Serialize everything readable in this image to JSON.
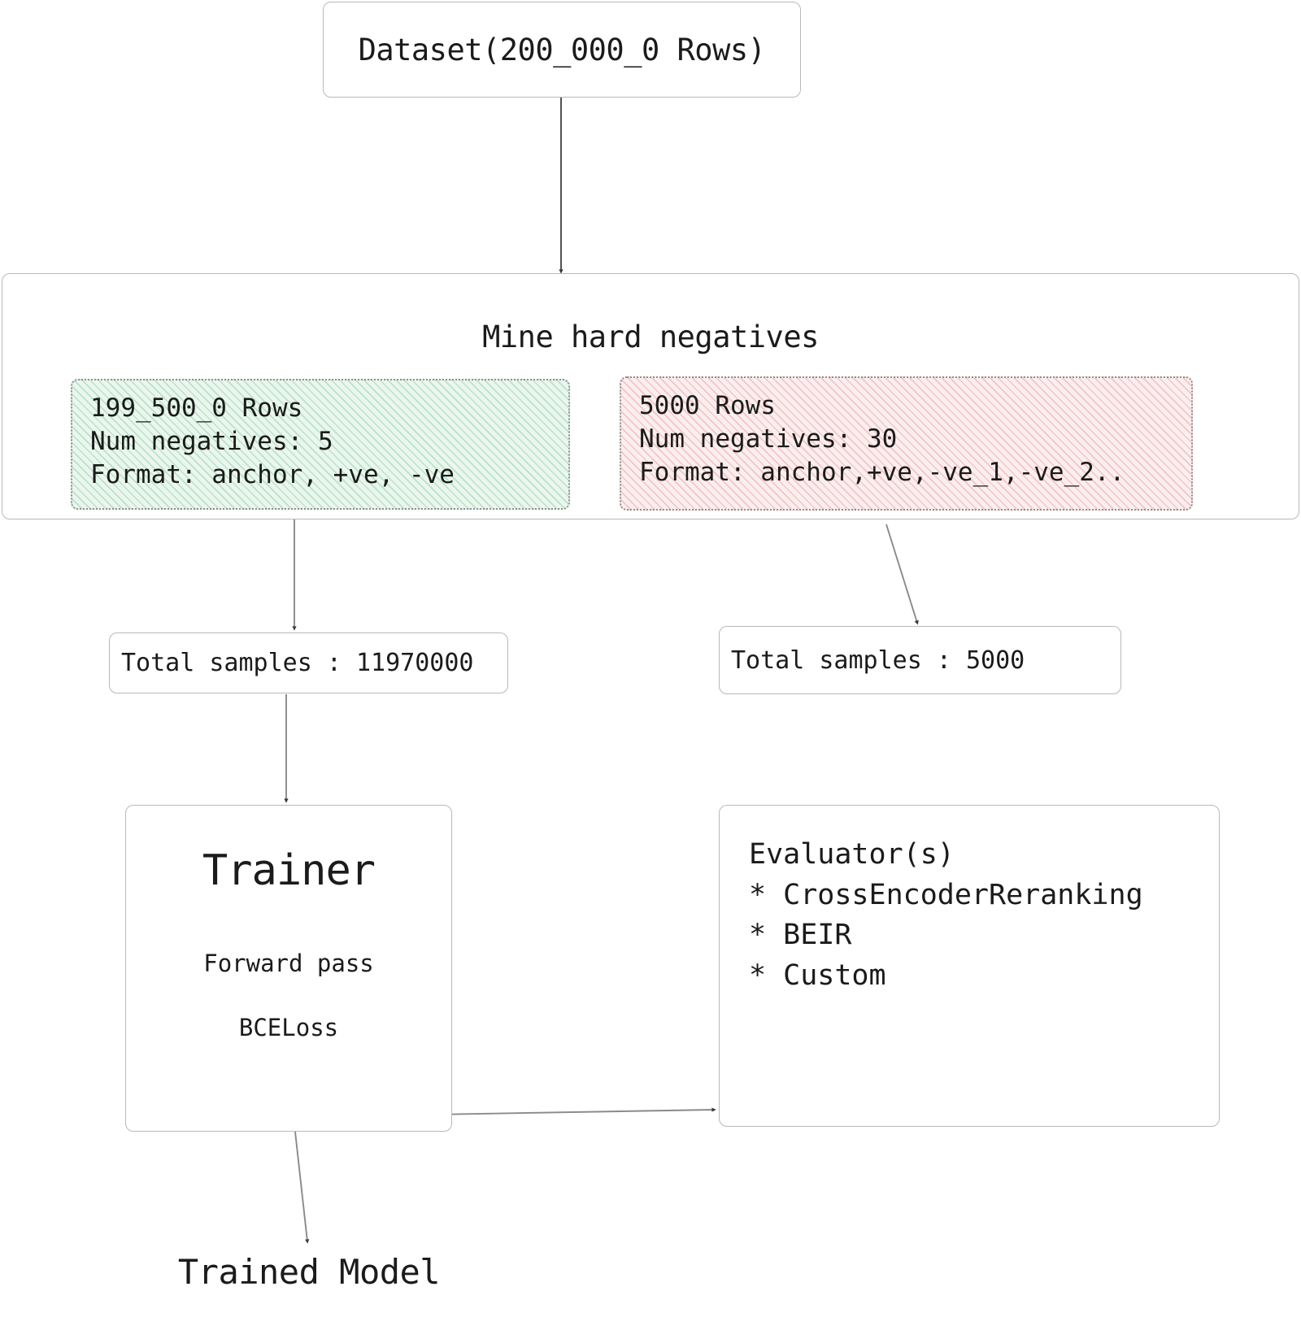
{
  "diagram": {
    "title_not_shown": "",
    "dataset_node": {
      "label": "Dataset(200_000_0 Rows)"
    },
    "mine_node": {
      "title": "Mine hard negatives",
      "positive_box": {
        "rows": "199_500_0 Rows",
        "num_negatives": "Num negatives: 5",
        "format": "Format: anchor, +ve, -ve",
        "color": "#eaf6ee",
        "hatch_color": "#73c48f"
      },
      "negative_box": {
        "rows": "5000 Rows",
        "num_negatives": "Num negatives: 30",
        "format": "Format: anchor,+ve,-ve_1,-ve_2..",
        "color": "#fbeeee",
        "hatch_color": "#e28a8a"
      }
    },
    "total_samples_left": {
      "label": "Total samples : 11970000"
    },
    "total_samples_right": {
      "label": "Total samples : 5000"
    },
    "trainer_node": {
      "title": "Trainer",
      "step_forward": "Forward pass",
      "step_loss": "BCELoss"
    },
    "evaluator_node": {
      "title": "Evaluator(s)",
      "items": [
        "* CrossEncoderReranking",
        "* BEIR",
        "* Custom"
      ]
    },
    "trained_model": {
      "label": "Trained Model"
    },
    "edge_color": "#6e6e6e",
    "border_color": "#b9b9b9"
  }
}
